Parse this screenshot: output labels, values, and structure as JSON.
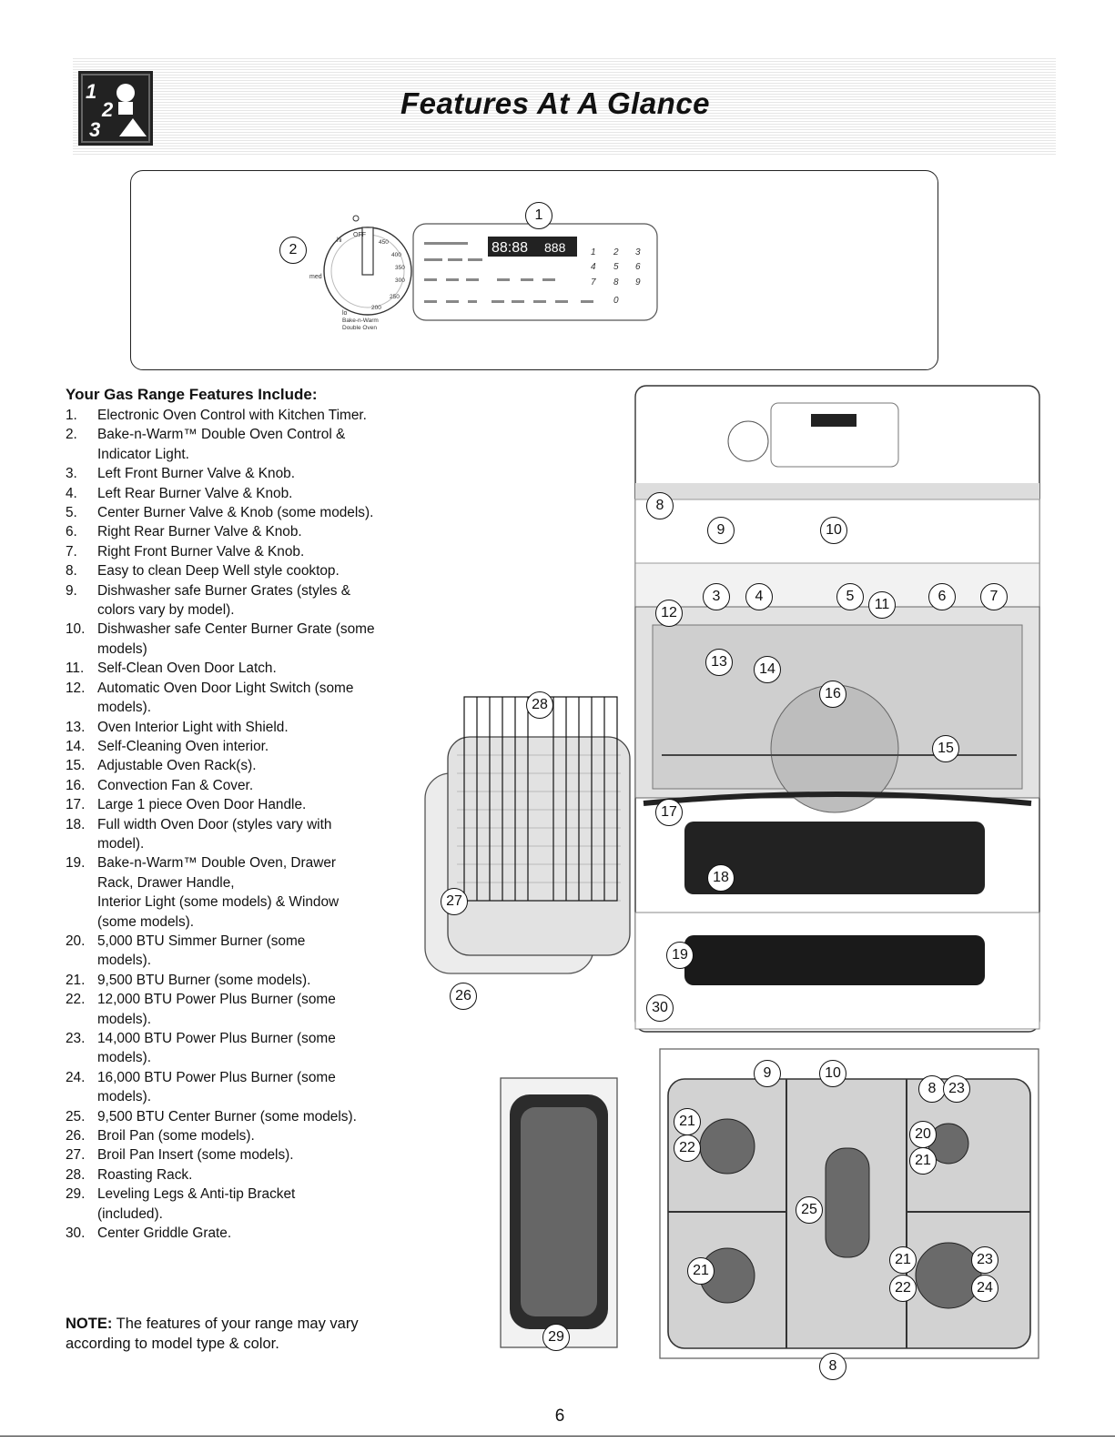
{
  "title": "Features At A Glance",
  "features_heading": "Your Gas Range Features Include:",
  "features": [
    {
      "num": "1.",
      "lines": [
        "Electronic Oven Control with Kitchen Timer."
      ]
    },
    {
      "num": "2.",
      "lines": [
        "Bake-n-Warm™ Double Oven Control &",
        "Indicator Light."
      ]
    },
    {
      "num": "3.",
      "lines": [
        "Left Front Burner Valve & Knob."
      ]
    },
    {
      "num": "4.",
      "lines": [
        "Left Rear Burner Valve & Knob."
      ]
    },
    {
      "num": "5.",
      "lines": [
        "Center Burner Valve & Knob (some models)."
      ]
    },
    {
      "num": "6.",
      "lines": [
        "Right Rear Burner Valve & Knob."
      ]
    },
    {
      "num": "7.",
      "lines": [
        "Right Front Burner Valve & Knob."
      ]
    },
    {
      "num": "8.",
      "lines": [
        "Easy to clean Deep Well style cooktop."
      ]
    },
    {
      "num": "9.",
      "lines": [
        "Dishwasher safe Burner Grates (styles &",
        "colors vary by model)."
      ]
    },
    {
      "num": "10.",
      "lines": [
        "Dishwasher safe Center Burner Grate (some",
        "models)"
      ]
    },
    {
      "num": "11.",
      "lines": [
        "Self-Clean Oven Door Latch."
      ]
    },
    {
      "num": "12.",
      "lines": [
        "Automatic Oven Door Light Switch (some",
        "models)."
      ]
    },
    {
      "num": "13.",
      "lines": [
        "Oven Interior Light with Shield."
      ]
    },
    {
      "num": "14.",
      "lines": [
        "Self-Cleaning Oven interior."
      ]
    },
    {
      "num": "15.",
      "lines": [
        "Adjustable Oven Rack(s)."
      ]
    },
    {
      "num": "16.",
      "lines": [
        "Convection Fan & Cover."
      ]
    },
    {
      "num": "17.",
      "lines": [
        "Large 1 piece Oven Door Handle."
      ]
    },
    {
      "num": "18.",
      "lines": [
        "Full width Oven Door (styles vary with",
        "model)."
      ]
    },
    {
      "num": "19.",
      "lines": [
        "Bake-n-Warm™ Double Oven, Drawer",
        "Rack, Drawer Handle,",
        "Interior Light (some models) & Window",
        "(some models)."
      ]
    },
    {
      "num": "20.",
      "lines": [
        "5,000 BTU Simmer Burner (some",
        "models)."
      ]
    },
    {
      "num": "21.",
      "lines": [
        "9,500 BTU Burner (some models)."
      ]
    },
    {
      "num": "22.",
      "lines": [
        "12,000 BTU Power Plus Burner (some",
        "models)."
      ]
    },
    {
      "num": "23.",
      "lines": [
        "14,000 BTU Power Plus Burner (some",
        "models)."
      ]
    },
    {
      "num": "24.",
      "lines": [
        "16,000 BTU Power Plus Burner (some",
        "models)."
      ]
    },
    {
      "num": "25.",
      "lines": [
        "9,500 BTU Center Burner (some models)."
      ]
    },
    {
      "num": "26.",
      "lines": [
        "Broil Pan (some models)."
      ]
    },
    {
      "num": "27.",
      "lines": [
        "Broil Pan Insert (some models)."
      ]
    },
    {
      "num": "28.",
      "lines": [
        "Roasting Rack."
      ]
    },
    {
      "num": "29.",
      "lines": [
        "Leveling Legs & Anti-tip Bracket",
        "(included)."
      ]
    },
    {
      "num": "30.",
      "lines": [
        "Center Griddle Grate."
      ]
    }
  ],
  "note_label": "NOTE:",
  "note_text": "The features of your range may vary according to model type & color.",
  "page_number": "6",
  "header_icon_numbers": [
    "1",
    "2",
    "3"
  ],
  "control_panel": {
    "knob_labels": {
      "off": "OFF",
      "hi": "hi",
      "lo": "lo",
      "med": "med",
      "temps": [
        "450",
        "400",
        "350",
        "300",
        "250",
        "200"
      ],
      "caption": [
        "Bake-n-Warm",
        "Double Oven"
      ]
    },
    "display": "88:88",
    "display_right": "888",
    "keypad": [
      "1",
      "2",
      "3",
      "4",
      "5",
      "6",
      "7",
      "8",
      "9",
      "0"
    ]
  },
  "callouts": {
    "c1": "1",
    "c2": "2",
    "c3": "3",
    "c4": "4",
    "c5": "5",
    "c6": "6",
    "c7": "7",
    "c8a": "8",
    "c8b": "8",
    "c8c": "8",
    "c9a": "9",
    "c9b": "9",
    "c10a": "10",
    "c10b": "10",
    "c11": "11",
    "c12": "12",
    "c13": "13",
    "c14": "14",
    "c15": "15",
    "c16": "16",
    "c17": "17",
    "c18": "18",
    "c19": "19",
    "c20": "20",
    "c21a": "21",
    "c21b": "21",
    "c21c": "21",
    "c21d": "21",
    "c22a": "22",
    "c22b": "22",
    "c23a": "23",
    "c23b": "23",
    "c24": "24",
    "c25": "25",
    "c26": "26",
    "c27": "27",
    "c28": "28",
    "c29": "29",
    "c30": "30"
  }
}
